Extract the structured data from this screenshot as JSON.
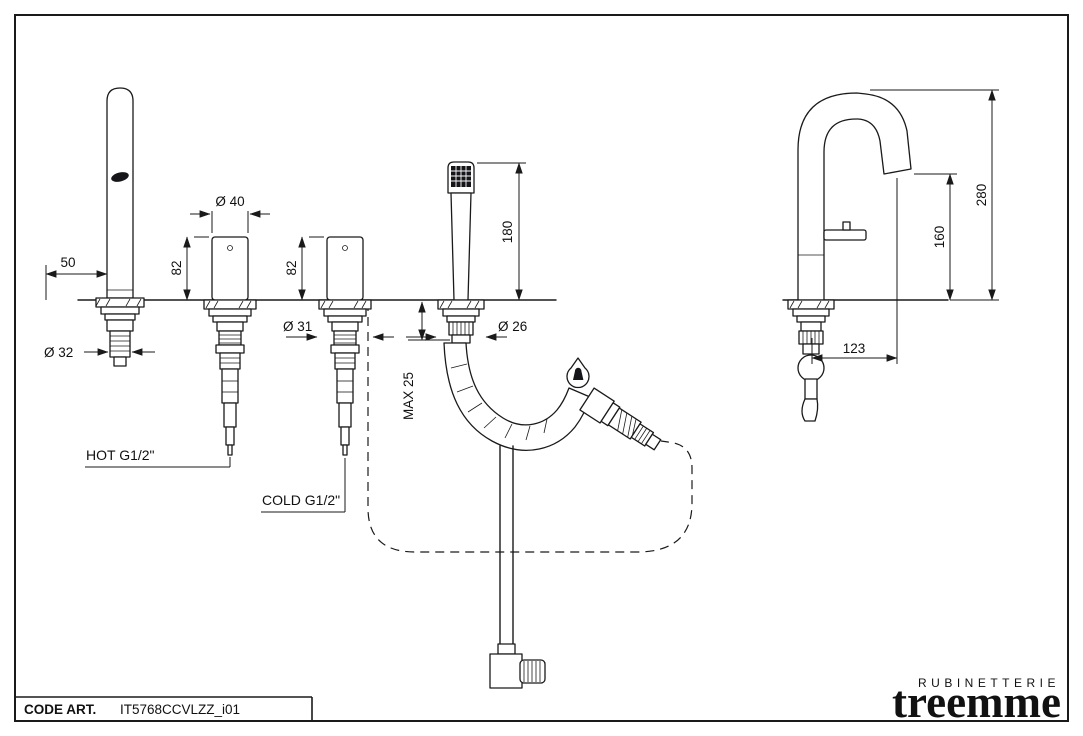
{
  "sheet": {
    "background": "#ffffff",
    "line_color": "#1a1a1a"
  },
  "dims": {
    "d50": "50",
    "d40": "Ø 40",
    "h82_hot": "82",
    "h82_cold": "82",
    "h180": "180",
    "d32": "Ø 32",
    "d31": "Ø 31",
    "d26": "Ø 26",
    "max25": "MAX 25",
    "hot": "HOT G1/2\"",
    "cold": "COLD G1/2\"",
    "reach123": "123",
    "h160": "160",
    "h280": "280"
  },
  "title_block": {
    "code_label": "CODE ART.",
    "code_value": "IT5768CCVLZZ_i01"
  },
  "brand": {
    "sub": "RUBINETTERIE",
    "name": "treemme"
  }
}
